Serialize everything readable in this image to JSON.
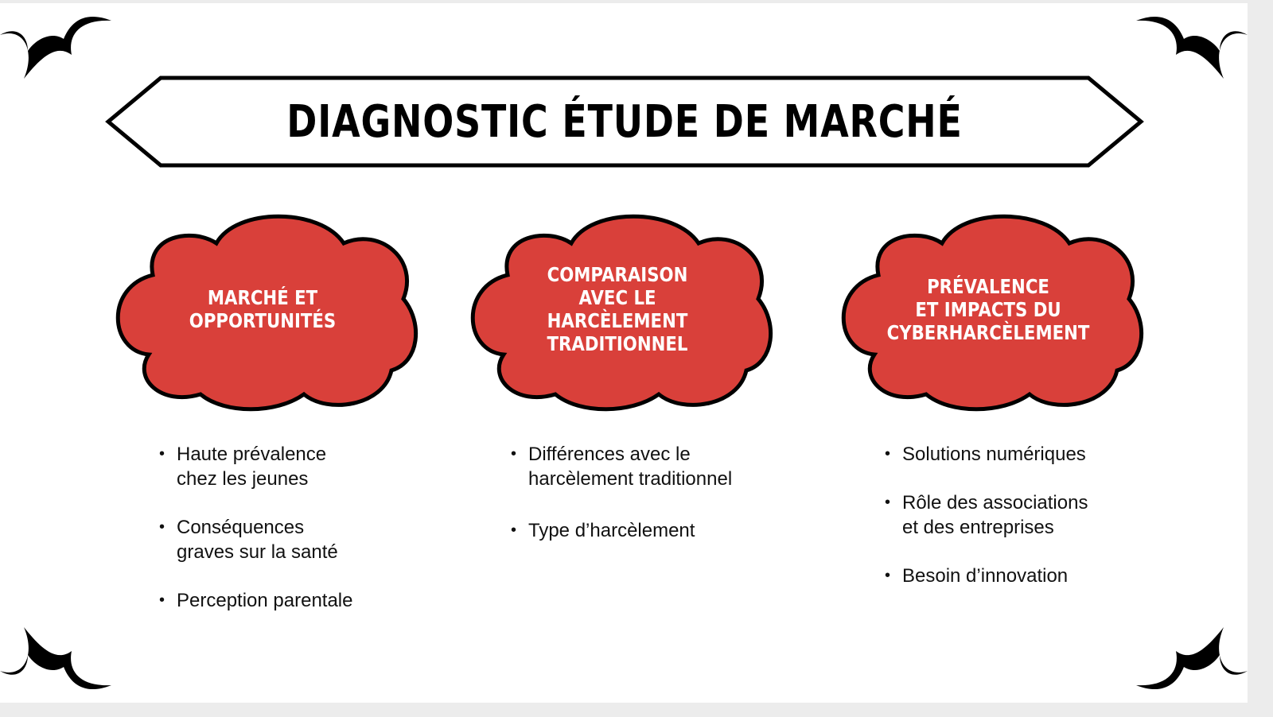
{
  "title": "DIAGNOSTIC ÉTUDE DE MARCHÉ",
  "colors": {
    "cloud_fill": "#d9403a",
    "outline": "#000000",
    "background": "#ffffff"
  },
  "columns": [
    {
      "heading": "MARCHÉ ET\nOPPORTUNITÉS",
      "bullets": [
        "Haute prévalence\nchez les  jeunes",
        "Conséquences\ngraves sur la santé",
        "Perception parentale"
      ]
    },
    {
      "heading": "COMPARAISON\nAVEC LE\nHARCÈLEMENT\nTRADITIONNEL",
      "bullets": [
        "Différences avec le\nharcèlement traditionnel",
        "Type d’harcèlement"
      ]
    },
    {
      "heading": "PRÉVALENCE\nET IMPACTS DU\nCYBERHARCÈLEMENT",
      "bullets": [
        " Solutions numériques",
        "Rôle des associations\net des entreprises",
        "  Besoin d’innovation"
      ]
    }
  ],
  "icons": [
    "corner-swirl-icon",
    "cloud-shape"
  ]
}
